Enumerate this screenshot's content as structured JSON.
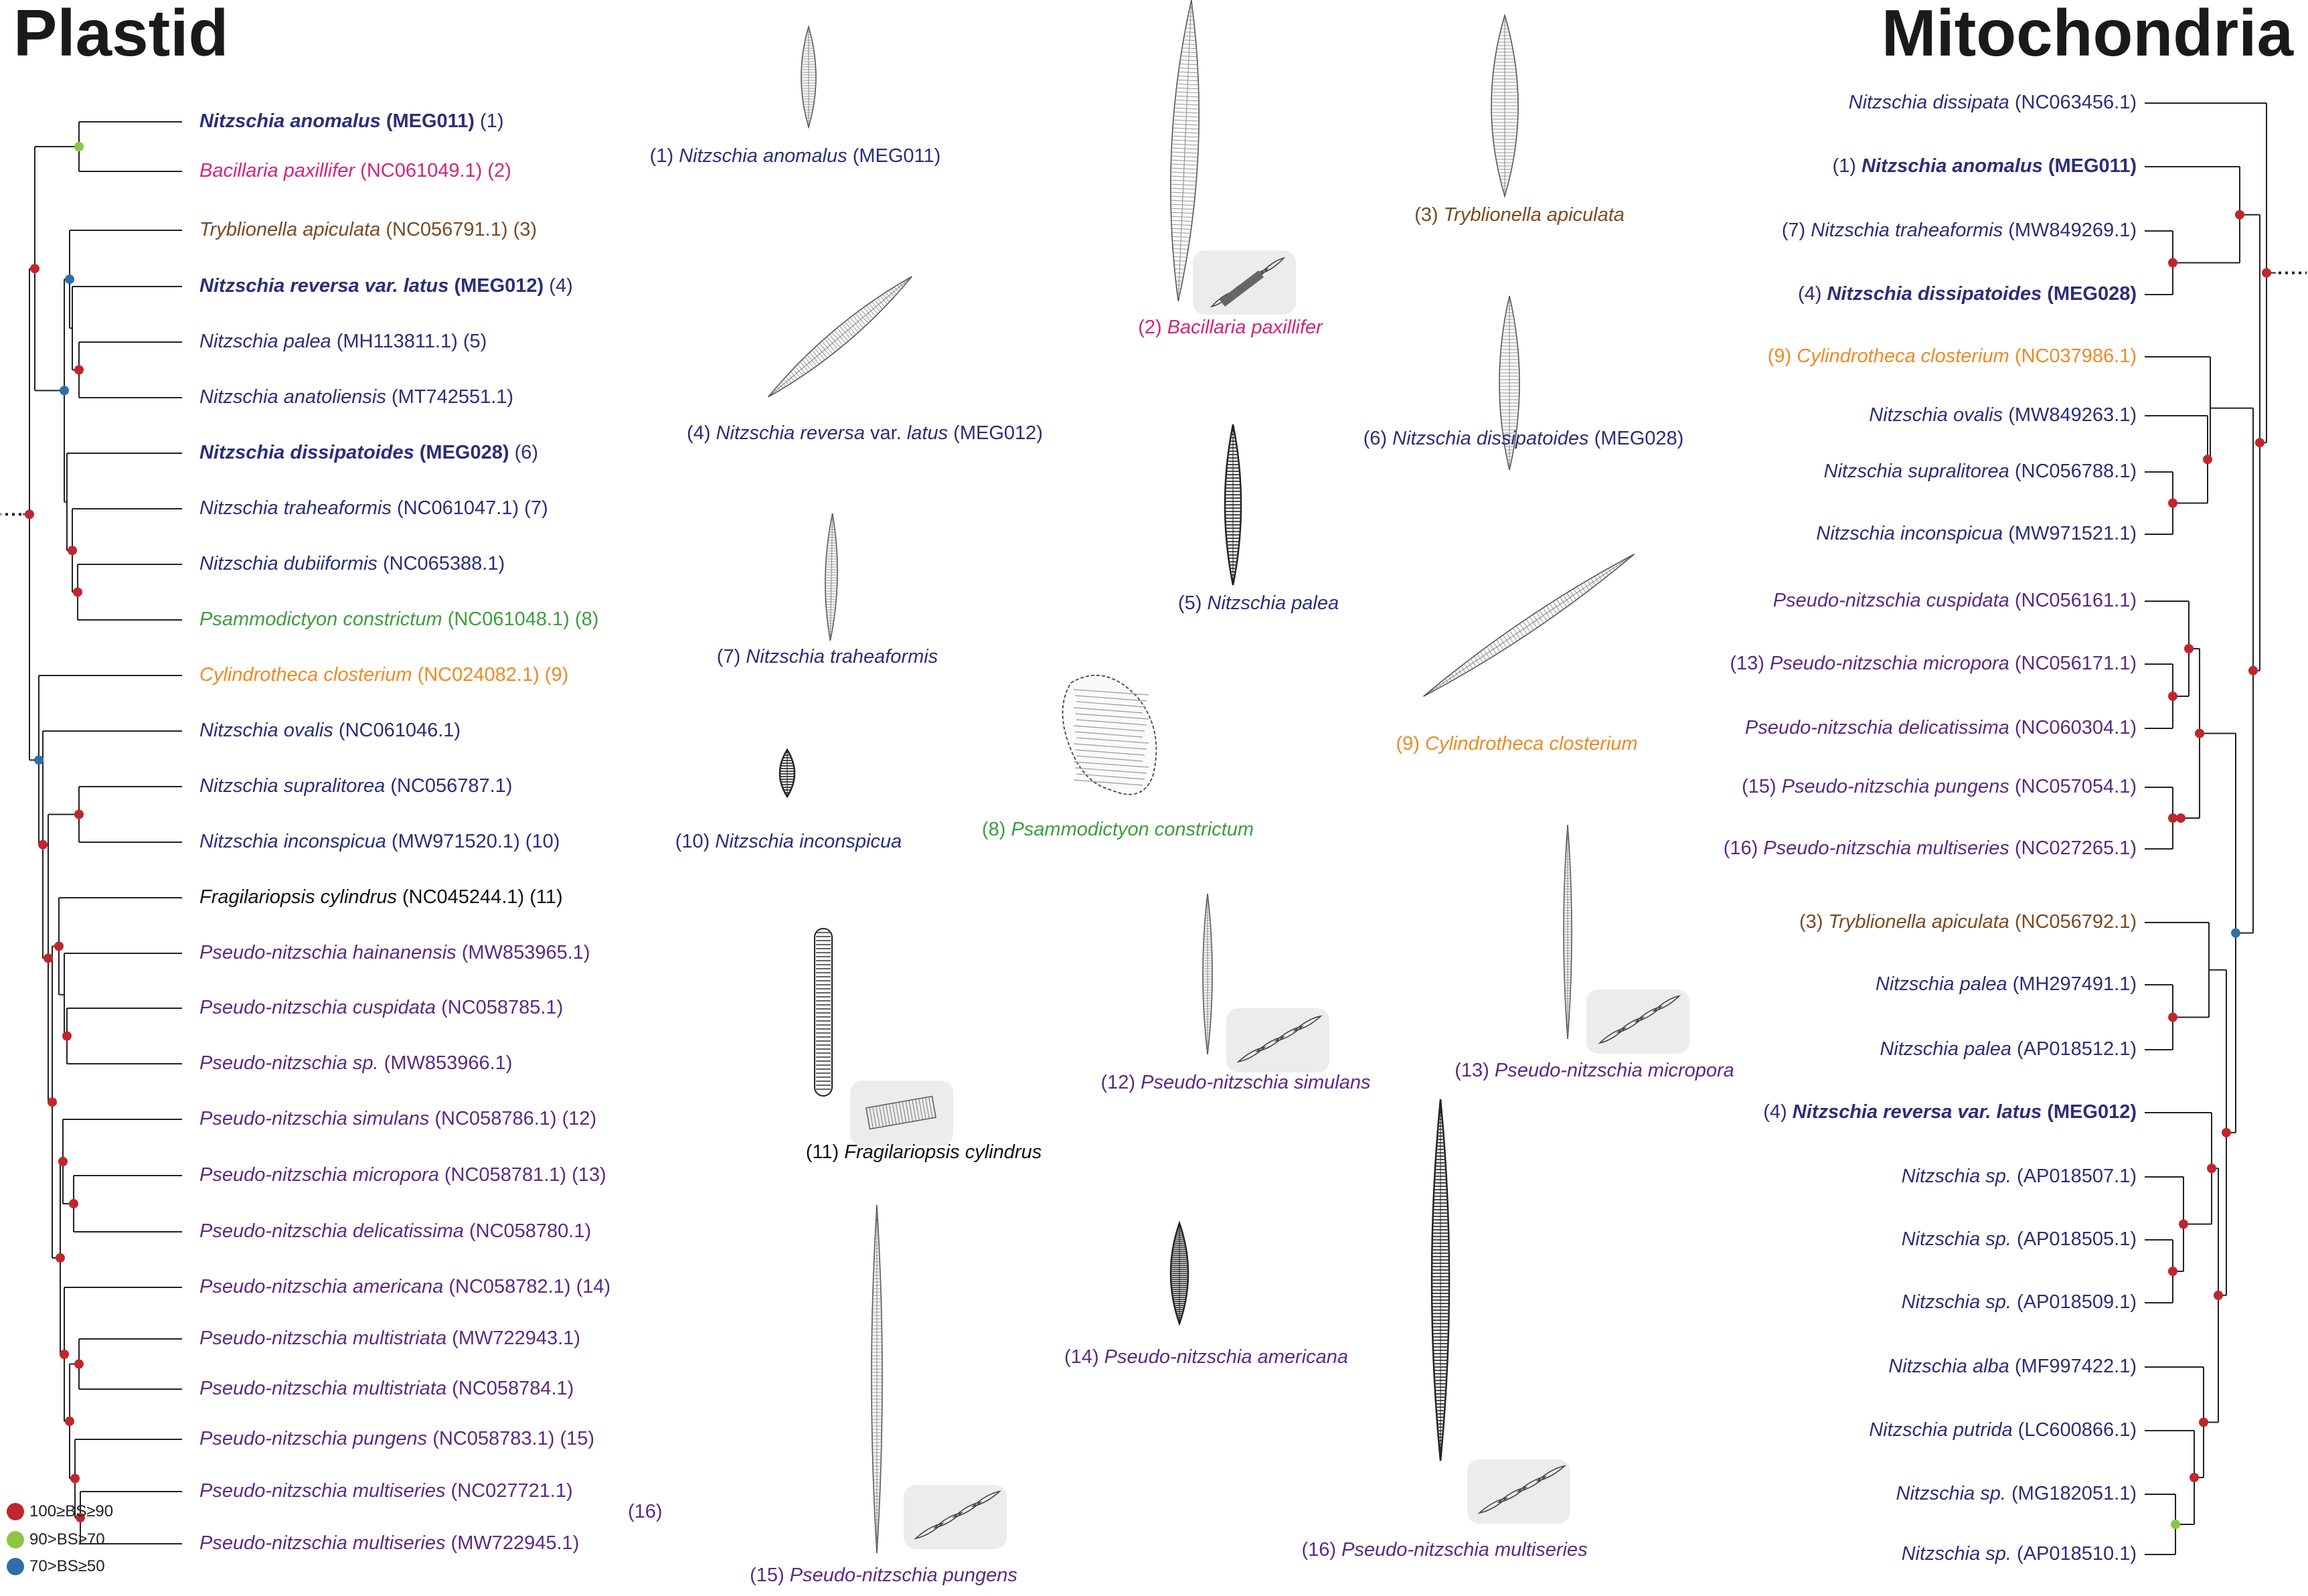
{
  "headings": {
    "plastid": "Plastid",
    "mitochondria": "Mitochondria"
  },
  "colors": {
    "navy": "#2b2d7a",
    "pink": "#d1247a",
    "brown": "#7a4a22",
    "green": "#3c9e3c",
    "orange": "#ec8a24",
    "black": "#111111",
    "purple": "#5b2a82",
    "node_high": "#c0262d",
    "node_mid": "#8cc63f",
    "node_low": "#2e6faa",
    "micro_box": "#ececec"
  },
  "plastid_tips": [
    {
      "name": "Nitzschia anomalus",
      "acc": "(MEG011)",
      "num": "(1)",
      "color": "navy",
      "bold": true
    },
    {
      "name": "Bacillaria paxillifer",
      "acc": "(NC061049.1)",
      "num": "(2)",
      "color": "pink",
      "bold": false
    },
    {
      "name": "Tryblionella apiculata",
      "acc": "(NC056791.1)",
      "num": "(3)",
      "color": "brown",
      "bold": false
    },
    {
      "name": "Nitzschia reversa var. latus",
      "acc": "(MEG012)",
      "num": "(4)",
      "color": "navy",
      "bold": true
    },
    {
      "name": "Nitzschia palea",
      "acc": "(MH113811.1)",
      "num": "(5)",
      "color": "navy",
      "bold": false
    },
    {
      "name": "Nitzschia anatoliensis",
      "acc": "(MT742551.1)",
      "num": "",
      "color": "navy",
      "bold": false
    },
    {
      "name": "Nitzschia dissipatoides",
      "acc": "(MEG028)",
      "num": "(6)",
      "color": "navy",
      "bold": true
    },
    {
      "name": "Nitzschia traheaformis",
      "acc": "(NC061047.1)",
      "num": "(7)",
      "color": "navy",
      "bold": false
    },
    {
      "name": "Nitzschia dubiiformis",
      "acc": "(NC065388.1)",
      "num": "",
      "color": "navy",
      "bold": false
    },
    {
      "name": "Psammodictyon constrictum",
      "acc": "(NC061048.1)",
      "num": "(8)",
      "color": "green",
      "bold": false
    },
    {
      "name": "Cylindrotheca closterium",
      "acc": "(NC024082.1)",
      "num": "(9)",
      "color": "orange",
      "bold": false
    },
    {
      "name": "Nitzschia ovalis",
      "acc": "(NC061046.1)",
      "num": "",
      "color": "navy",
      "bold": false
    },
    {
      "name": "Nitzschia supralitorea",
      "acc": "(NC056787.1)",
      "num": "",
      "color": "navy",
      "bold": false
    },
    {
      "name": "Nitzschia inconspicua",
      "acc": "(MW971520.1)",
      "num": "(10)",
      "color": "navy",
      "bold": false
    },
    {
      "name": "Fragilariopsis cylindrus",
      "acc": "(NC045244.1)",
      "num": "(11)",
      "color": "black",
      "bold": false
    },
    {
      "name": "Pseudo-nitzschia hainanensis",
      "acc": "(MW853965.1)",
      "num": "",
      "color": "purple",
      "bold": false
    },
    {
      "name": "Pseudo-nitzschia cuspidata",
      "acc": "(NC058785.1)",
      "num": "",
      "color": "purple",
      "bold": false
    },
    {
      "name": "Pseudo-nitzschia sp.",
      "acc": "(MW853966.1)",
      "num": "",
      "color": "purple",
      "bold": false
    },
    {
      "name": "Pseudo-nitzschia simulans",
      "acc": "(NC058786.1)",
      "num": "(12)",
      "color": "purple",
      "bold": false
    },
    {
      "name": "Pseudo-nitzschia micropora",
      "acc": "(NC058781.1)",
      "num": "(13)",
      "color": "purple",
      "bold": false
    },
    {
      "name": "Pseudo-nitzschia delicatissima",
      "acc": "(NC058780.1)",
      "num": "",
      "color": "purple",
      "bold": false
    },
    {
      "name": "Pseudo-nitzschia americana",
      "acc": "(NC058782.1)",
      "num": "(14)",
      "color": "purple",
      "bold": false
    },
    {
      "name": "Pseudo-nitzschia multistriata",
      "acc": "(MW722943.1)",
      "num": "",
      "color": "purple",
      "bold": false
    },
    {
      "name": "Pseudo-nitzschia multistriata",
      "acc": "(NC058784.1)",
      "num": "",
      "color": "purple",
      "bold": false
    },
    {
      "name": "Pseudo-nitzschia pungens",
      "acc": "(NC058783.1)",
      "num": "(15)",
      "color": "purple",
      "bold": false
    },
    {
      "name": "Pseudo-nitzschia multiseries",
      "acc": "(NC027721.1)",
      "num": "",
      "color": "purple",
      "bold": false
    },
    {
      "name": "Pseudo-nitzschia multiseries",
      "acc": "(MW722945.1)",
      "num": "",
      "color": "purple",
      "bold": false
    }
  ],
  "plastid_bracket_label": "(16)",
  "mito_tips": [
    {
      "num": "",
      "name": "Nitzschia dissipata",
      "acc": "(NC063456.1)",
      "color": "navy",
      "bold": false
    },
    {
      "num": "(1)",
      "name": "Nitzschia anomalus",
      "acc": "(MEG011)",
      "color": "navy",
      "bold": true
    },
    {
      "num": "(7)",
      "name": "Nitzschia traheaformis",
      "acc": "(MW849269.1)",
      "color": "navy",
      "bold": false
    },
    {
      "num": "(4)",
      "name": "Nitzschia dissipatoides",
      "acc": "(MEG028)",
      "color": "navy",
      "bold": true
    },
    {
      "num": "(9)",
      "name": "Cylindrotheca closterium",
      "acc": "(NC037986.1)",
      "color": "orange",
      "bold": false
    },
    {
      "num": "",
      "name": "Nitzschia ovalis",
      "acc": "(MW849263.1)",
      "color": "navy",
      "bold": false
    },
    {
      "num": "",
      "name": "Nitzschia supralitorea",
      "acc": "(NC056788.1)",
      "color": "navy",
      "bold": false
    },
    {
      "num": "",
      "name": "Nitzschia inconspicua",
      "acc": "(MW971521.1)",
      "color": "navy",
      "bold": false
    },
    {
      "num": "",
      "name": "Pseudo-nitzschia cuspidata",
      "acc": "(NC056161.1)",
      "color": "purple",
      "bold": false
    },
    {
      "num": "(13)",
      "name": "Pseudo-nitzschia micropora",
      "acc": "(NC056171.1)",
      "color": "purple",
      "bold": false
    },
    {
      "num": "",
      "name": "Pseudo-nitzschia delicatissima",
      "acc": "(NC060304.1)",
      "color": "purple",
      "bold": false
    },
    {
      "num": "(15)",
      "name": "Pseudo-nitzschia pungens",
      "acc": "(NC057054.1)",
      "color": "purple",
      "bold": false
    },
    {
      "num": "(16)",
      "name": "Pseudo-nitzschia multiseries",
      "acc": "(NC027265.1)",
      "color": "purple",
      "bold": false
    },
    {
      "num": "(3)",
      "name": "Tryblionella apiculata",
      "acc": "(NC056792.1)",
      "color": "brown",
      "bold": false
    },
    {
      "num": "",
      "name": "Nitzschia palea",
      "acc": "(MH297491.1)",
      "color": "navy",
      "bold": false
    },
    {
      "num": "",
      "name": "Nitzschia palea",
      "acc": "(AP018512.1)",
      "color": "navy",
      "bold": false
    },
    {
      "num": "(4)",
      "name": "Nitzschia reversa var. latus",
      "acc": "(MEG012)",
      "color": "navy",
      "bold": true
    },
    {
      "num": "",
      "name": "Nitzschia sp.",
      "acc": "(AP018507.1)",
      "color": "navy",
      "bold": false
    },
    {
      "num": "",
      "name": "Nitzschia sp.",
      "acc": "(AP018505.1)",
      "color": "navy",
      "bold": false
    },
    {
      "num": "",
      "name": "Nitzschia sp.",
      "acc": "(AP018509.1)",
      "color": "navy",
      "bold": false
    },
    {
      "num": "",
      "name": "Nitzschia alba",
      "acc": "(MF997422.1)",
      "color": "navy",
      "bold": false
    },
    {
      "num": "",
      "name": "Nitzschia putrida",
      "acc": "(LC600866.1)",
      "color": "navy",
      "bold": false
    },
    {
      "num": "",
      "name": "Nitzschia sp.",
      "acc": "(MG182051.1)",
      "color": "navy",
      "bold": false
    },
    {
      "num": "",
      "name": "Nitzschia sp.",
      "acc": "(AP018510.1)",
      "color": "navy",
      "bold": false
    }
  ],
  "micrographs": [
    {
      "num": "(1)",
      "name": "Nitzschia anomalus",
      "acc": "(MEG011)",
      "color": "navy"
    },
    {
      "num": "(2)",
      "name": "Bacillaria paxillifer",
      "acc": "",
      "color": "pink"
    },
    {
      "num": "(3)",
      "name": "Tryblionella apiculata",
      "acc": "",
      "color": "brown"
    },
    {
      "num": "(4)",
      "name": "Nitzschia reversa",
      "extra": "var.",
      "name2": "latus",
      "acc": "(MEG012)",
      "color": "navy"
    },
    {
      "num": "(5)",
      "name": "Nitzschia palea",
      "acc": "",
      "color": "navy"
    },
    {
      "num": "(6)",
      "name": "Nitzschia dissipatoides",
      "acc": "(MEG028)",
      "color": "navy"
    },
    {
      "num": "(7)",
      "name": "Nitzschia traheaformis",
      "acc": "",
      "color": "navy"
    },
    {
      "num": "(8)",
      "name": "Psammodictyon constrictum",
      "acc": "",
      "color": "green"
    },
    {
      "num": "(9)",
      "name": "Cylindrotheca closterium",
      "acc": "",
      "color": "orange"
    },
    {
      "num": "(10)",
      "name": "Nitzschia inconspicua",
      "acc": "",
      "color": "navy"
    },
    {
      "num": "(11)",
      "name": "Fragilariopsis cylindrus",
      "acc": "",
      "color": "black"
    },
    {
      "num": "(12)",
      "name": "Pseudo-nitzschia simulans",
      "acc": "",
      "color": "purple"
    },
    {
      "num": "(13)",
      "name": "Pseudo-nitzschia micropora",
      "acc": "",
      "color": "purple"
    },
    {
      "num": "(14)",
      "name": "Pseudo-nitzschia americana",
      "acc": "",
      "color": "purple"
    },
    {
      "num": "(15)",
      "name": "Pseudo-nitzschia pungens",
      "acc": "",
      "color": "purple"
    },
    {
      "num": "(16)",
      "name": "Pseudo-nitzschia multiseries",
      "acc": "",
      "color": "purple"
    }
  ],
  "legend": [
    {
      "label": "100≥BS≥90",
      "color": "node_high"
    },
    {
      "label": "90>BS≥70",
      "color": "node_mid"
    },
    {
      "label": "70>BS≥50",
      "color": "node_low"
    }
  ]
}
